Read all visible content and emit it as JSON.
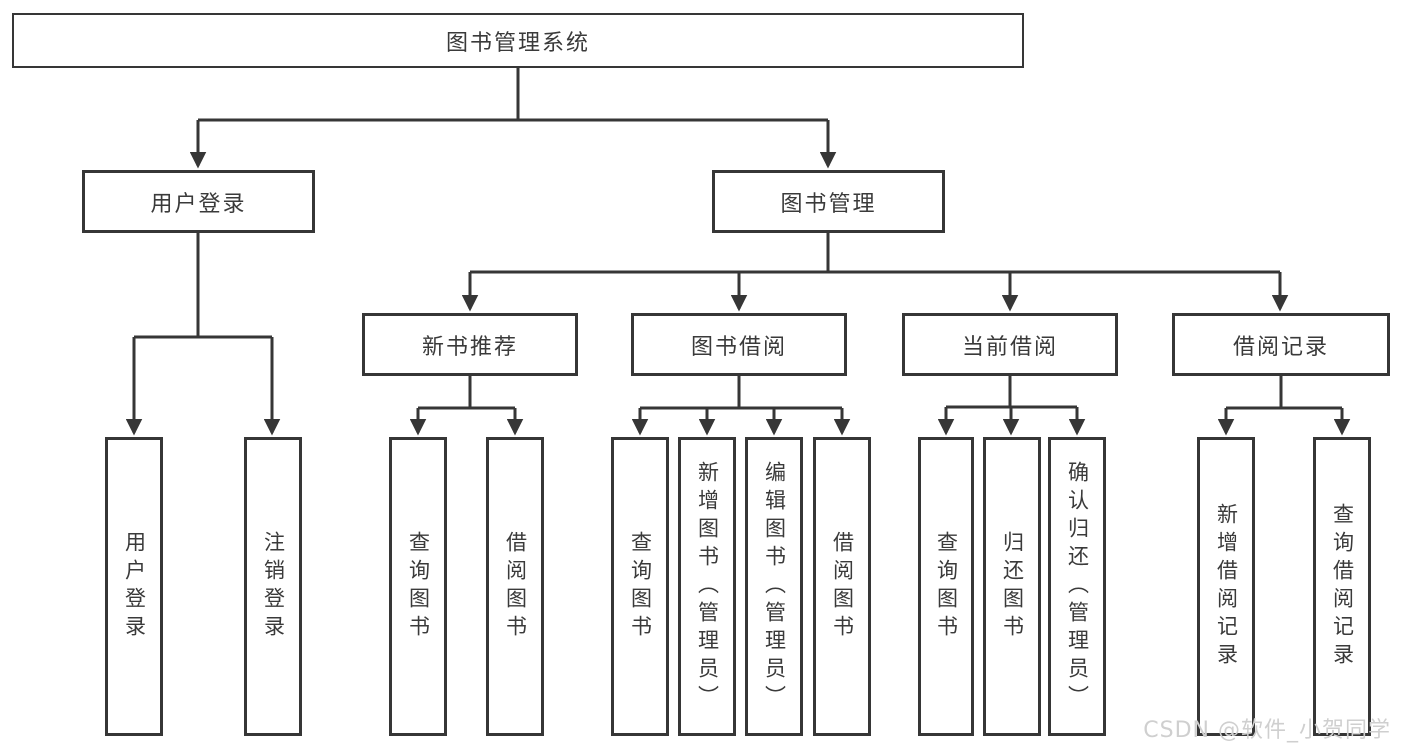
{
  "title": "图书管理系统",
  "tree": {
    "root": {
      "label": "图书管理系统",
      "children": [
        {
          "label": "用户登录",
          "children": [
            {
              "label": "用户登录"
            },
            {
              "label": "注销登录"
            }
          ]
        },
        {
          "label": "图书管理",
          "children": [
            {
              "label": "新书推荐",
              "children": [
                {
                  "label": "查询图书"
                },
                {
                  "label": "借阅图书"
                }
              ]
            },
            {
              "label": "图书借阅",
              "children": [
                {
                  "label": "查询图书"
                },
                {
                  "label": "新增图书（管理员）"
                },
                {
                  "label": "编辑图书（管理员）"
                },
                {
                  "label": "借阅图书"
                }
              ]
            },
            {
              "label": "当前借阅",
              "children": [
                {
                  "label": "查询图书"
                },
                {
                  "label": "归还图书"
                },
                {
                  "label": "确认归还（管理员）"
                }
              ]
            },
            {
              "label": "借阅记录",
              "children": [
                {
                  "label": "新增借阅记录"
                },
                {
                  "label": "查询借阅记录"
                }
              ]
            }
          ]
        }
      ]
    }
  },
  "watermark": {
    "text": "CSDN @软件_小贺同学"
  },
  "colors": {
    "line": "#363636",
    "box_border": "#363636",
    "text": "#3a3a3a",
    "watermark": "#cfcfcf",
    "background": "#ffffff"
  }
}
